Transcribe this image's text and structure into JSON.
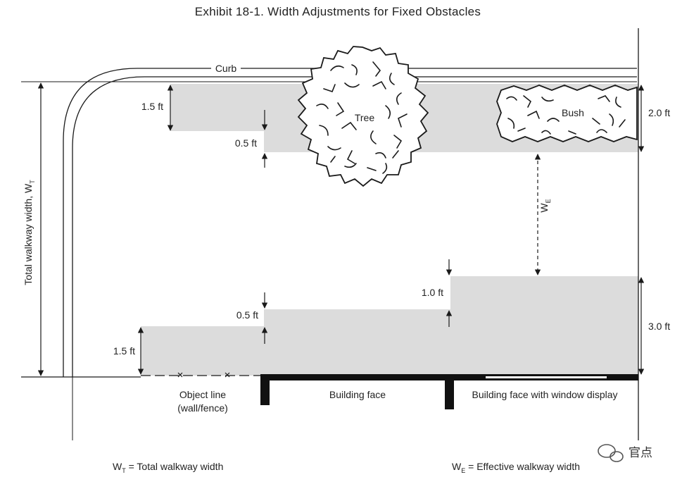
{
  "title": {
    "line": "Exhibit 18-1. Width Adjustments for Fixed Obstacles"
  },
  "labels": {
    "curb": "Curb",
    "tree": "Tree",
    "bush": "Bush",
    "total_width_main": "Total walkway width, W",
    "total_width_sub": "T",
    "effective_main": "W",
    "effective_sub": "E",
    "object_line_1": "Object line",
    "object_line_2": "(wall/fence)",
    "building_face": "Building face",
    "building_face_window": "Building face with window display"
  },
  "dimensions": {
    "top_left_tree_clearance": "1.5 ft",
    "tree_offset": "0.5 ft",
    "bush_depth": "2.0 ft",
    "building_step": "1.0 ft",
    "building_offset": "0.5 ft",
    "wall_clearance": "1.5 ft",
    "window_display_clearance": "3.0 ft"
  },
  "legend": {
    "wt_main": "W",
    "wt_sub": "T",
    "wt_text": " = Total walkway width",
    "we_main": "W",
    "we_sub": "E",
    "we_text": " = Effective walkway width"
  },
  "watermark": {
    "text": "官点"
  },
  "colors": {
    "shading": "#dcdcdc",
    "line": "#1a1a1a",
    "building": "#111111"
  }
}
